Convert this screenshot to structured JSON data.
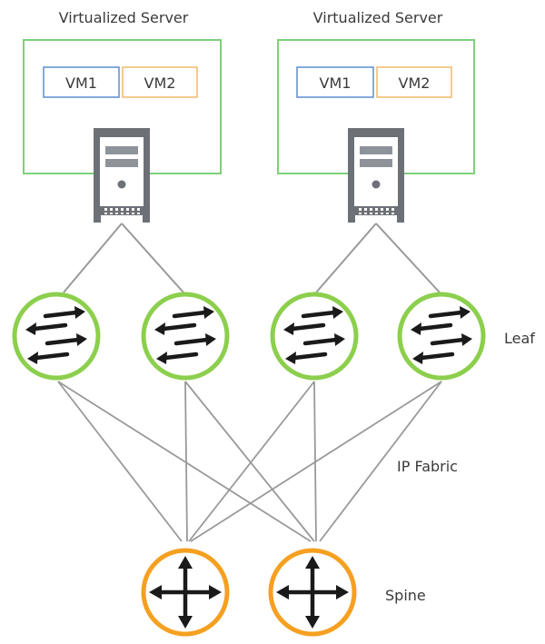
{
  "servers": [
    {
      "title": "Virtualized Server",
      "vms": [
        "VM1",
        "VM2"
      ]
    },
    {
      "title": "Virtualized Server",
      "vms": [
        "VM1",
        "VM2"
      ]
    }
  ],
  "labels": {
    "leaf": "Leaf",
    "fabric": "IP Fabric",
    "spine": "Spine"
  },
  "colors": {
    "server_border": "#7ed07a",
    "vm1_border": "#5b8fcf",
    "vm2_border": "#f2b86a",
    "leaf_ring": "#8ccf4d",
    "spine_ring": "#f5a020",
    "link": "#999999",
    "hardware": "#6d7177",
    "arrow": "#1a1a1a"
  },
  "icons": {
    "server": "rack-server-icon",
    "leaf": "leaf-switch-icon",
    "spine": "spine-router-icon"
  }
}
